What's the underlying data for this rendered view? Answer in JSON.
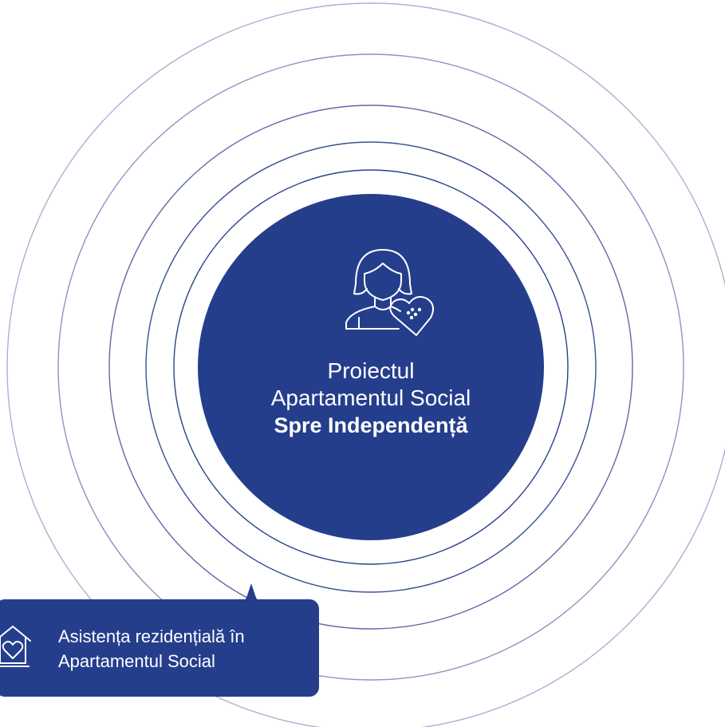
{
  "colors": {
    "primary": "#253e8c",
    "ring": "#2e4488",
    "ring_light": "#aab0d0",
    "text_on_primary": "#ffffff"
  },
  "center": {
    "icon": "woman-heart-icon",
    "title_line1": "Proiectul",
    "title_line2": "Apartamentul Social",
    "title_bold": "Spre Independență"
  },
  "callout": {
    "icon": "home-heart-icon",
    "line1": "Asistența rezidențială în",
    "line2": "Apartamentul Social"
  }
}
